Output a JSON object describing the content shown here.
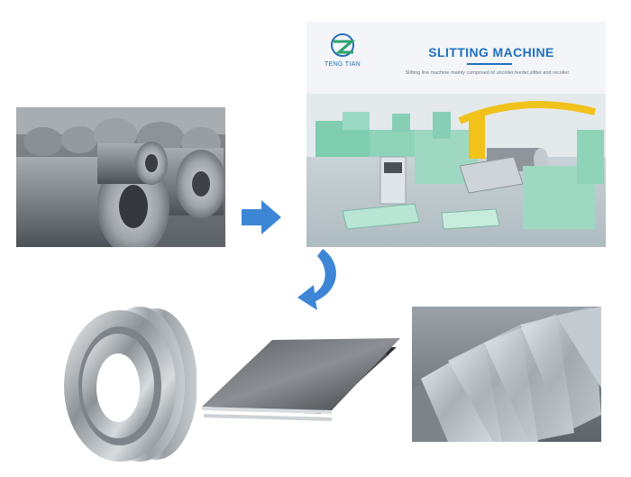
{
  "machine": {
    "brand": "TENG TIAN",
    "title": "SLITTING MACHINE",
    "subtitle": "Slitting line machine mainly composed of uncoiler,feeder,slitter and recoiler."
  },
  "colors": {
    "accent_blue": "#1f6fbf",
    "arrow_blue": "#3d86d6",
    "machine_green": "#9fd8c2",
    "machine_yellow": "#f0c21a"
  },
  "icons": {
    "flow_arrow_right": "arrow-right-icon",
    "flow_arrow_curve": "curved-arrow-down-left-icon",
    "brand_logo": "tengtian-logo-icon"
  }
}
